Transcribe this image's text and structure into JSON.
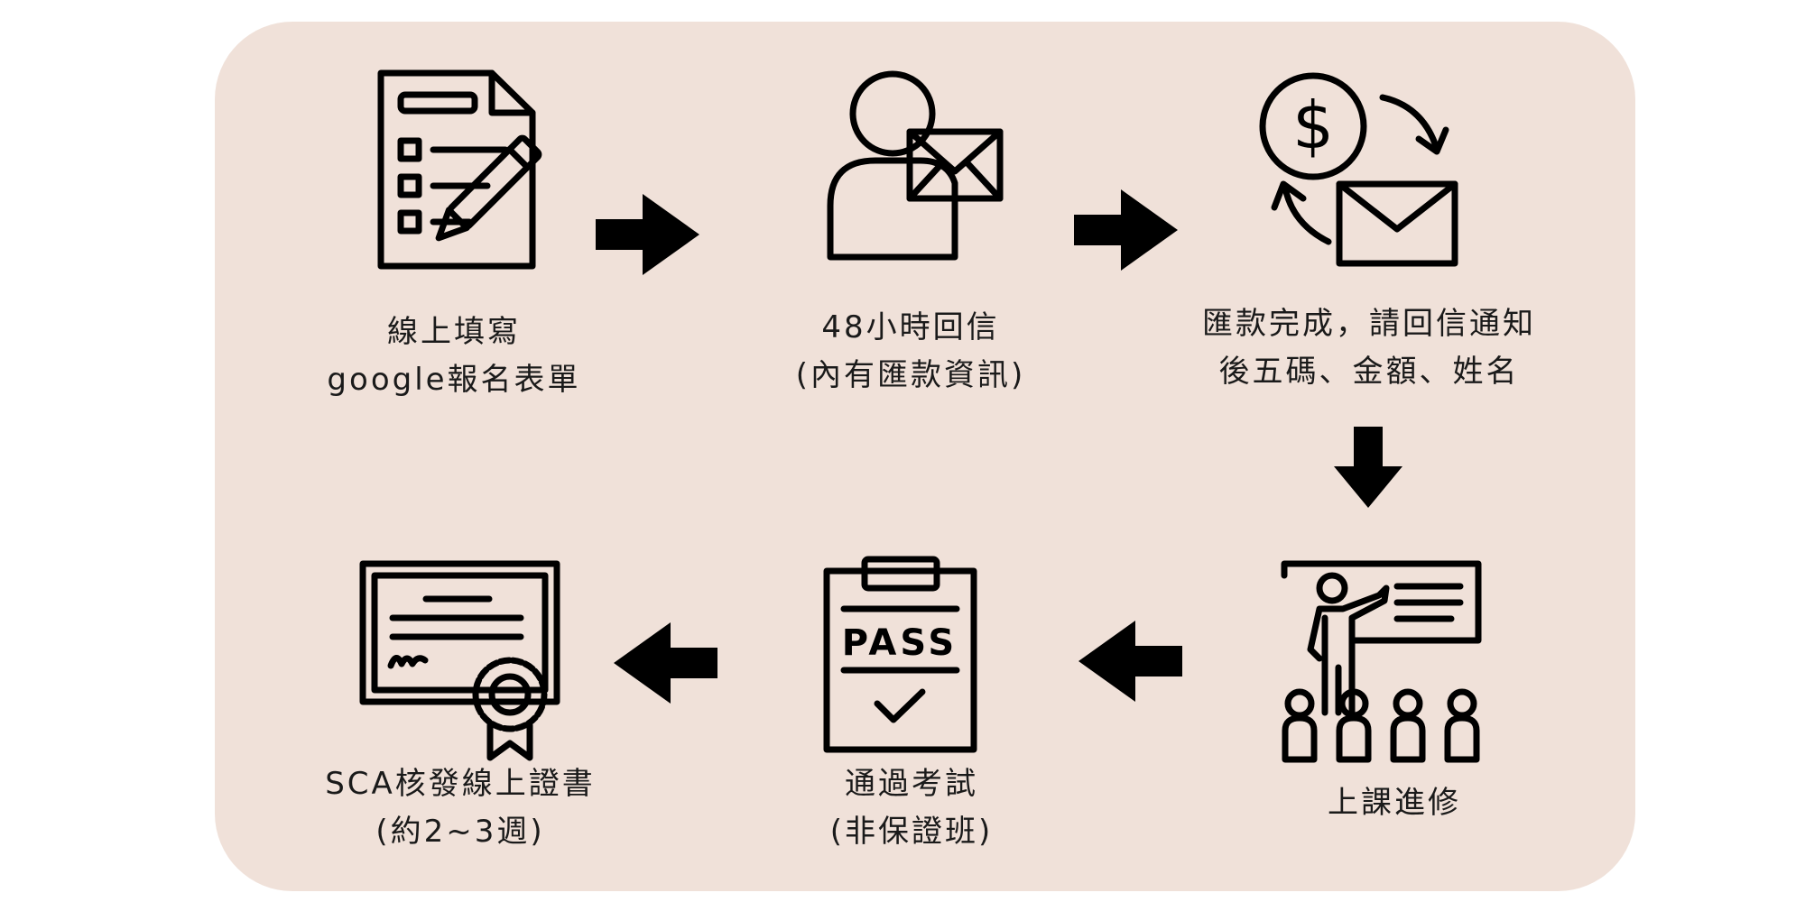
{
  "steps": [
    {
      "line1": "線上填寫",
      "line2": "google報名表單",
      "icon": "form-pencil-icon"
    },
    {
      "line1": "48小時回信",
      "line2": "(內有匯款資訊)",
      "icon": "person-mail-icon"
    },
    {
      "line1": "匯款完成，請回信通知",
      "line2": "後五碼、金額、姓名",
      "icon": "money-mail-exchange-icon"
    },
    {
      "line1": "上課進修",
      "icon": "classroom-teacher-icon"
    },
    {
      "line1": "通過考試",
      "line2": "(非保證班)",
      "icon": "pass-clipboard-icon",
      "badge": "PASS"
    },
    {
      "line1": "SCA核發線上證書",
      "line2": "(約2~3週)",
      "icon": "certificate-icon"
    }
  ],
  "colors": {
    "panel": "#f0e1d9",
    "ink": "#000000",
    "page": "#ffffff"
  }
}
